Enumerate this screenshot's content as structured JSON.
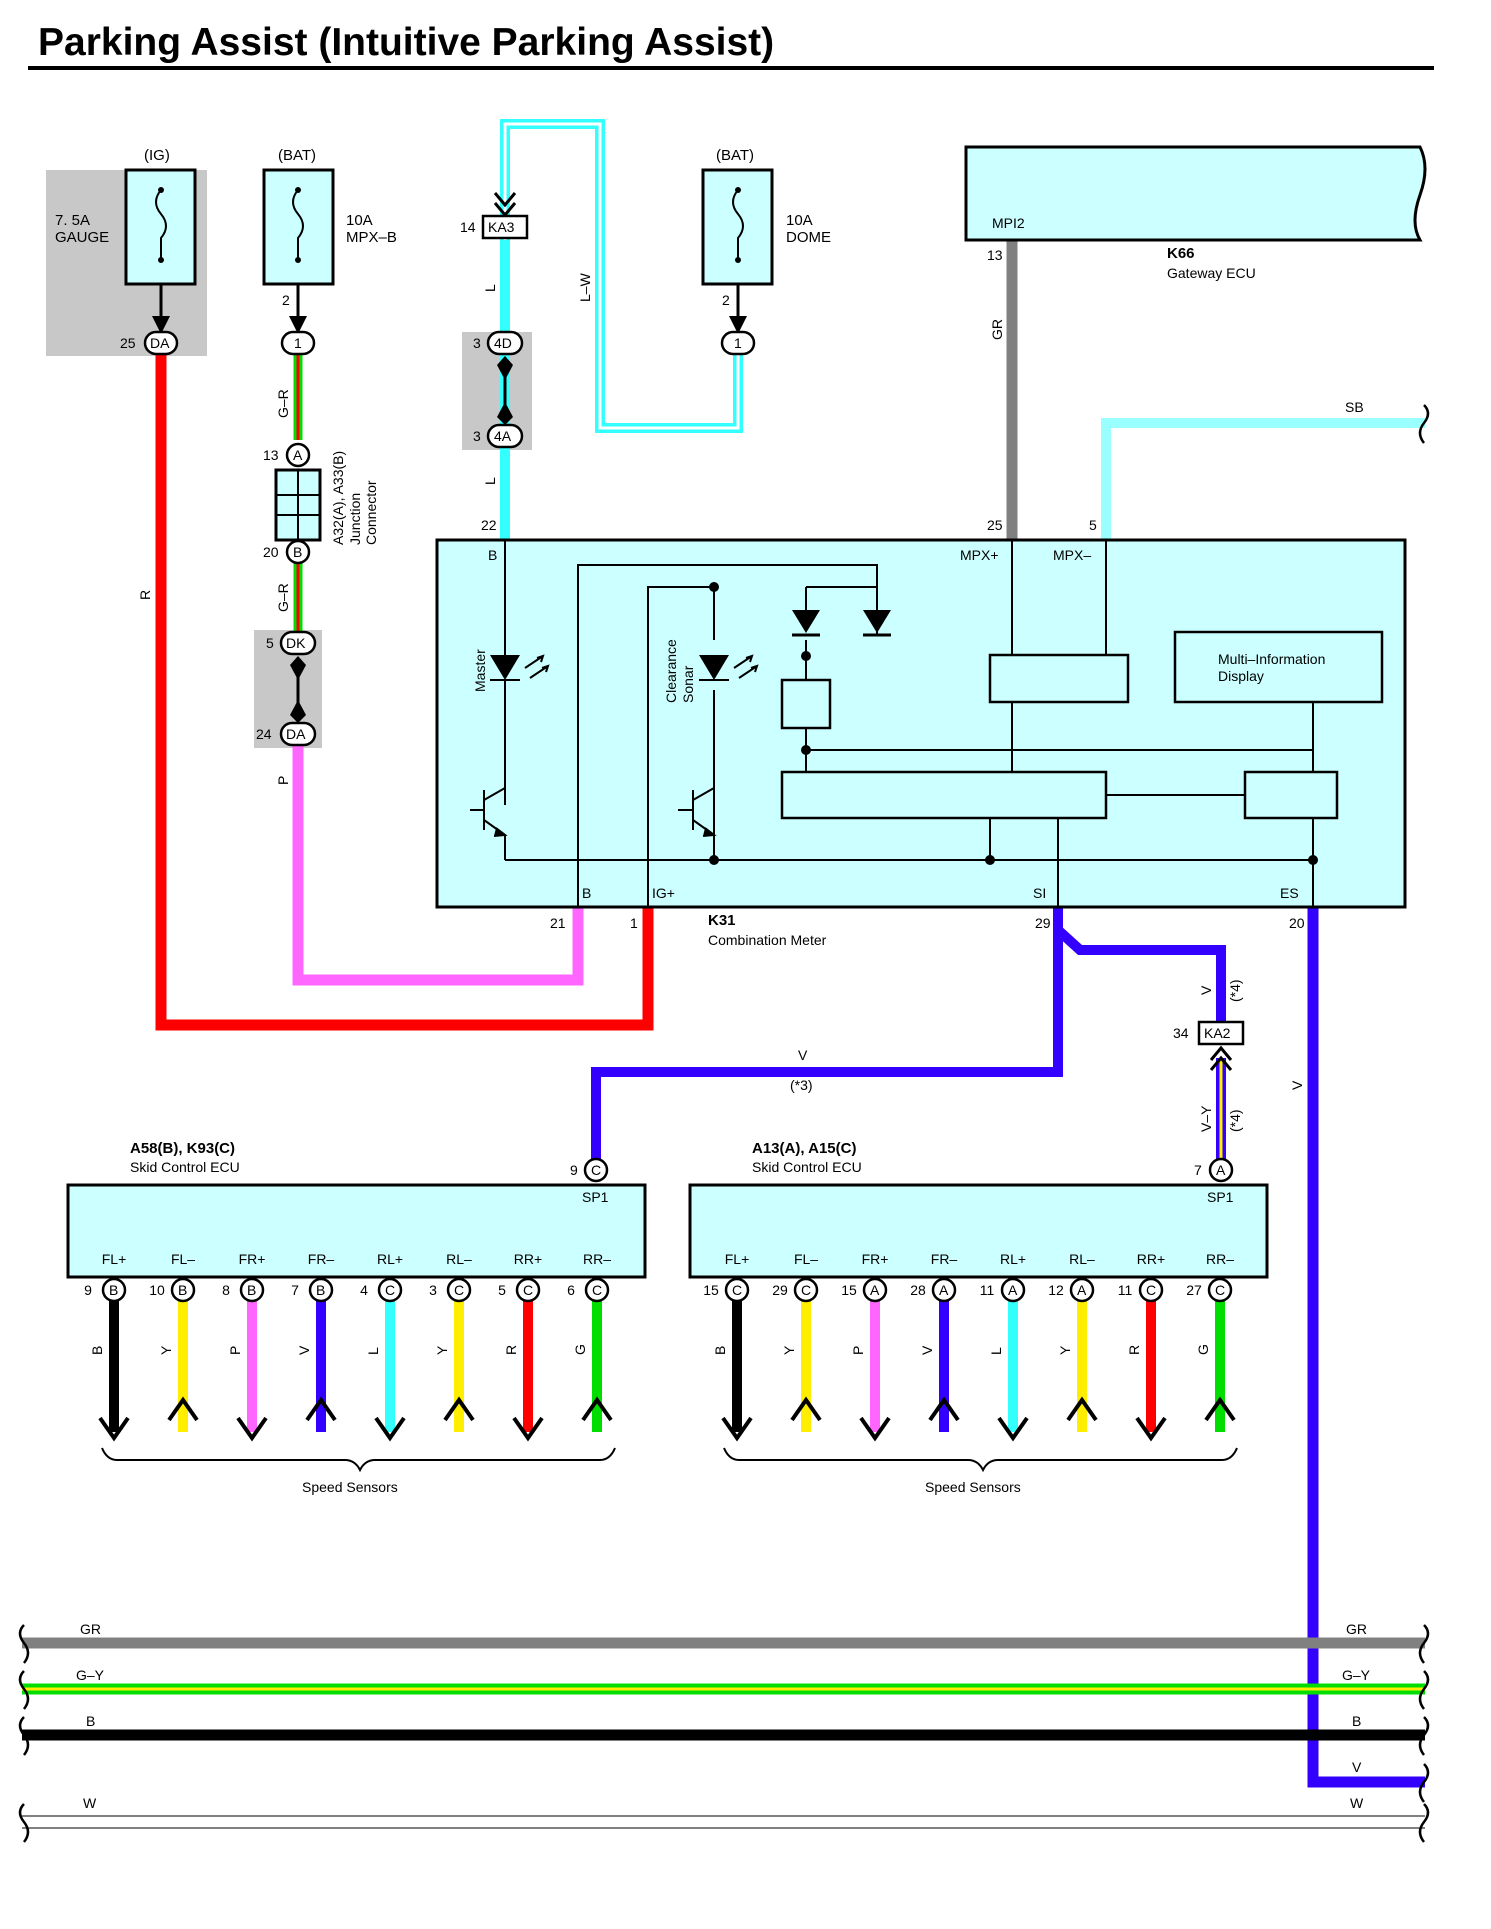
{
  "title": "Parking Assist (Intuitive Parking Assist)",
  "colors": {
    "R": "#ff0000",
    "P": "#ff66ff",
    "L": "#33ffff",
    "SB": "#99ffff",
    "GR": "#808080",
    "V": "#3300ff",
    "B": "#000000",
    "Y": "#ffee00",
    "G": "#00dd00",
    "component_fill": "#ccffff"
  },
  "fuses": [
    {
      "source": "(IG)",
      "rating": "7. 5A",
      "name": "GAUGE"
    },
    {
      "source": "(BAT)",
      "rating": "10A",
      "name": "MPX–B"
    },
    {
      "source": "(BAT)",
      "rating": "10A",
      "name": "DOME"
    }
  ],
  "connectors": {
    "da25": {
      "pin": "25",
      "label": "DA"
    },
    "mpx_out": {
      "pin": "2",
      "label": "1"
    },
    "dome_out": {
      "pin": "2",
      "label": "1"
    },
    "ka3": {
      "pin": "14",
      "label": "KA3"
    },
    "c4d": {
      "pin": "3",
      "label": "4D"
    },
    "c4a": {
      "pin": "3",
      "label": "4A"
    },
    "j13": {
      "pin": "13",
      "label": "A"
    },
    "j20": {
      "pin": "20",
      "label": "B"
    },
    "dk5": {
      "pin": "5",
      "label": "DK"
    },
    "da24": {
      "pin": "24",
      "label": "DA"
    },
    "ka2": {
      "pin": "34",
      "label": "KA2"
    }
  },
  "junction": {
    "id": "A32(A), A33(B)",
    "name1": "Junction",
    "name2": "Connector"
  },
  "wire_labels": {
    "gr_r1": "G–R",
    "gr_r2": "G–R",
    "r": "R",
    "p": "P",
    "l1": "L",
    "l2": "L",
    "lw": "L–W",
    "gr": "GR",
    "sb": "SB",
    "v1": "V",
    "v1_note": "(*3)",
    "v2": "V",
    "v2_note": "(*4)",
    "vy": "V–Y",
    "vy_note": "(*4)",
    "v3": "V"
  },
  "gateway": {
    "id": "K66",
    "name": "Gateway ECU",
    "terminal": "MPI2",
    "pin": "13"
  },
  "meter": {
    "id": "K31",
    "name": "Combination Meter",
    "terminals": {
      "b_top": "B",
      "mpx_plus": "MPX+",
      "mpx_minus": "MPX–",
      "b_bot": "B",
      "ig": "IG+",
      "si": "SI",
      "es": "ES"
    },
    "pins": {
      "b_top": "22",
      "mpx_plus": "25",
      "mpx_minus": "5",
      "b_bot": "21",
      "ig": "1",
      "si": "29",
      "es": "20"
    },
    "master_label": "Master",
    "sonar_label1": "Clearance",
    "sonar_label2": "Sonar",
    "mid_label1": "Multi–Information",
    "mid_label2": "Display"
  },
  "ecu_left": {
    "id": "A58(B), K93(C)",
    "name": "Skid Control ECU",
    "sp1": "SP1",
    "sp1_pin": "9",
    "sp1_conn": "C",
    "terminals": [
      "FL+",
      "FL–",
      "FR+",
      "FR–",
      "RL+",
      "RL–",
      "RR+",
      "RR–"
    ],
    "pins": [
      "9",
      "10",
      "8",
      "7",
      "4",
      "3",
      "5",
      "6"
    ],
    "conns": [
      "B",
      "B",
      "B",
      "B",
      "C",
      "C",
      "C",
      "C"
    ],
    "wires": [
      "B",
      "Y",
      "P",
      "V",
      "L",
      "Y",
      "R",
      "G"
    ],
    "sensors_label": "Speed Sensors"
  },
  "ecu_right": {
    "id": "A13(A), A15(C)",
    "name": "Skid Control ECU",
    "sp1": "SP1",
    "sp1_pin": "7",
    "sp1_conn": "A",
    "terminals": [
      "FL+",
      "FL–",
      "FR+",
      "FR–",
      "RL+",
      "RL–",
      "RR+",
      "RR–"
    ],
    "pins": [
      "15",
      "29",
      "15",
      "28",
      "11",
      "12",
      "11",
      "27"
    ],
    "conns": [
      "C",
      "C",
      "A",
      "A",
      "A",
      "A",
      "C",
      "C"
    ],
    "wires": [
      "B",
      "Y",
      "P",
      "V",
      "L",
      "Y",
      "R",
      "G"
    ],
    "sensors_label": "Speed Sensors"
  },
  "bus_lines": [
    {
      "left": "GR",
      "right": "GR"
    },
    {
      "left": "G–Y",
      "right": "G–Y"
    },
    {
      "left": "B",
      "right": "B"
    },
    {
      "left": "",
      "right": "V"
    },
    {
      "left": "W",
      "right": "W"
    }
  ]
}
